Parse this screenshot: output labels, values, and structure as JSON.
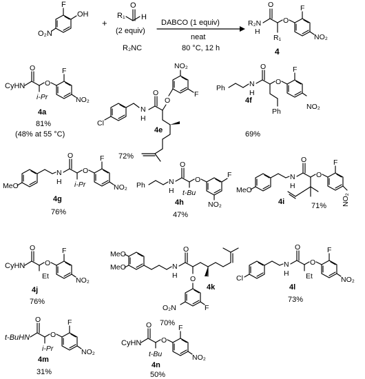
{
  "reaction": {
    "phenol_f": "F",
    "phenol_oh": "OH",
    "phenol_nitro": "O₂N",
    "plus": "+",
    "aldehyde_r": "R₁",
    "aldehyde_o": "O",
    "aldehyde_h": "H",
    "aldehyde_equiv": "(2 equiv)",
    "isocyanide": "R₂NC",
    "arrow_top": "DABCO (1 equiv)",
    "arrow_mid": "neat",
    "arrow_bottom": "80 °C, 12 h",
    "product_r2nh": "R₂N",
    "product_h": "H",
    "product_r1": "R₁",
    "product_label": "4"
  },
  "compounds": [
    {
      "id": "4a",
      "amine": "CyHN",
      "side": "i-Pr",
      "yield": "81%",
      "note": "(48% at 55 °C)"
    },
    {
      "id": "4e",
      "amine": "Cl",
      "side": "",
      "yield": "72%",
      "note": ""
    },
    {
      "id": "4f",
      "amine": "Ph",
      "side": "Ph",
      "yield": "69%",
      "note": ""
    },
    {
      "id": "4g",
      "amine": "MeO",
      "side": "i-Pr",
      "yield": "76%",
      "note": ""
    },
    {
      "id": "4h",
      "amine": "Ph",
      "side": "t-Bu",
      "yield": "47%",
      "note": ""
    },
    {
      "id": "4i",
      "amine": "MeO",
      "side": "",
      "yield": "71%",
      "note": ""
    },
    {
      "id": "4j",
      "amine": "CyHN",
      "side": "Et",
      "yield": "76%",
      "note": ""
    },
    {
      "id": "4k",
      "amine": "MeO",
      "amine2": "MeO",
      "side": "",
      "yield": "70%",
      "note": ""
    },
    {
      "id": "4l",
      "amine": "Cl",
      "side": "Et",
      "yield": "73%",
      "note": ""
    },
    {
      "id": "4m",
      "amine": "t-BuHN",
      "side": "i-Pr",
      "yield": "31%",
      "note": ""
    },
    {
      "id": "4n",
      "amine": "CyHN",
      "side": "t-Bu",
      "yield": "50%",
      "note": ""
    }
  ],
  "atoms": {
    "o": "O",
    "n": "N",
    "h": "H",
    "f": "F",
    "no2": "NO₂",
    "o2n": "O₂N"
  }
}
